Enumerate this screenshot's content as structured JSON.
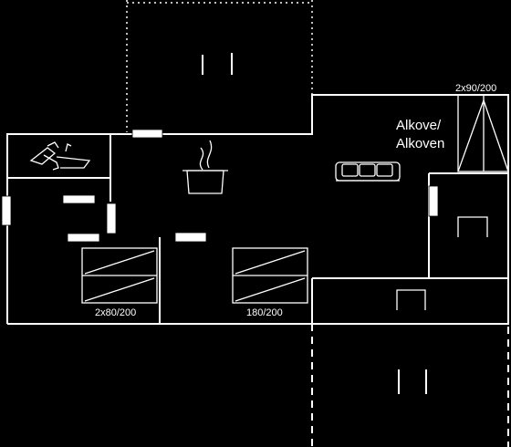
{
  "labels": {
    "alcove_line1": "Alkove/",
    "alcove_line2": "Alkoven",
    "alcove_bed": "2x90/200",
    "bed_left": "2x80/200",
    "bed_mid": "180/200"
  },
  "icons": {
    "kitchen": "kitchen-faucet-icon",
    "cooking": "cooking-pot-icon",
    "sofa": "sofa-icon",
    "chair_upper": "chair-icon",
    "chair_lower": "chair-icon"
  }
}
